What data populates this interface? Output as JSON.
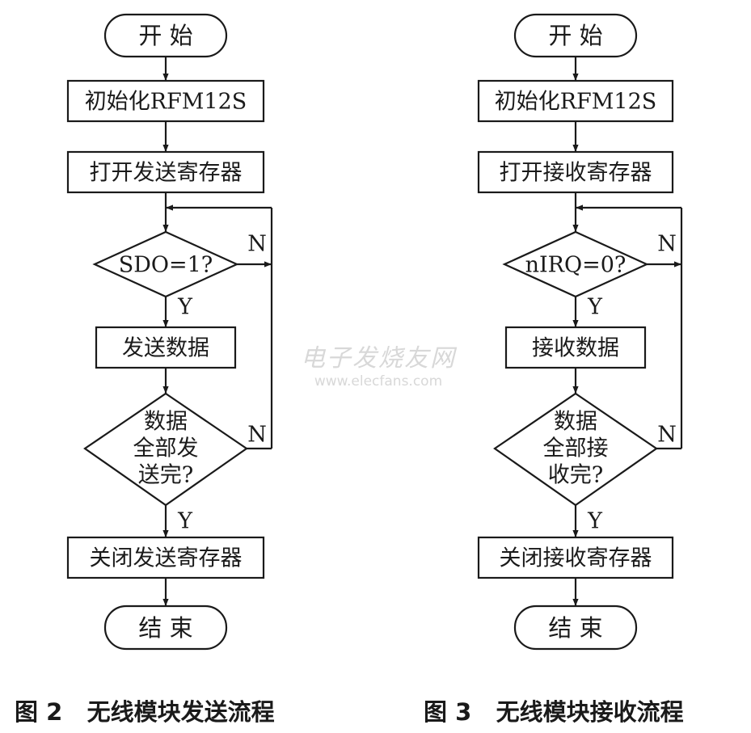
{
  "figures": [
    {
      "start": "开  始",
      "init": "初始化RFM12S",
      "open": "打开发送寄存器",
      "cond1": "SDO=1?",
      "action": "发送数据",
      "cond2": [
        "数据",
        "全部发",
        "送完?"
      ],
      "close": "关闭发送寄存器",
      "end": "结  束",
      "yes": "Y",
      "no": "N",
      "caption": "图 2   无线模块发送流程"
    },
    {
      "start": "开  始",
      "init": "初始化RFM12S",
      "open": "打开接收寄存器",
      "cond1": "nIRQ=0?",
      "action": "接收数据",
      "cond2": [
        "数据",
        "全部接",
        "收完?"
      ],
      "close": "关闭接收寄存器",
      "end": "结  束",
      "yes": "Y",
      "no": "N",
      "caption": "图 3   无线模块接收流程"
    }
  ],
  "watermark": {
    "cn": "电子发烧友网",
    "url": "www.elecfans.com"
  },
  "colors": {
    "ink": "#1a1a1a",
    "watermark": "#d8d8d8"
  }
}
